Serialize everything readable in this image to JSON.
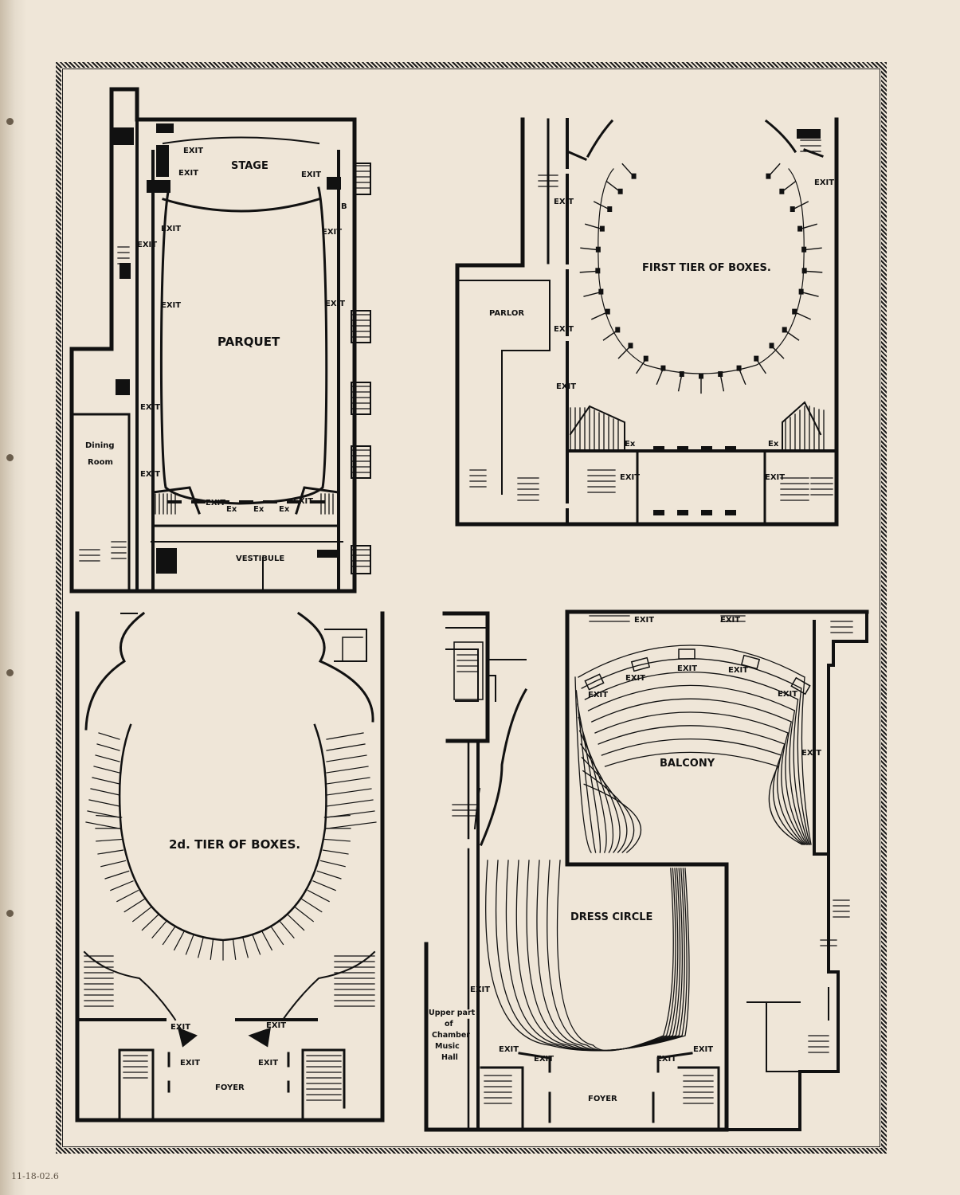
{
  "plans": {
    "parquet": {
      "stage": "STAGE",
      "main": "PARQUET",
      "vestibule": "VESTIBULE",
      "dining": [
        "Dining",
        "Room"
      ],
      "exit": "EXIT",
      "ex": "Ex",
      "side_b": "B"
    },
    "first_tier": {
      "title": "FIRST TIER OF BOXES.",
      "parlor": "PARLOR",
      "exit": "EXIT",
      "ex": "Ex"
    },
    "second_tier": {
      "title": "2d. TIER OF BOXES.",
      "foyer": "FOYER",
      "exit": "EXIT"
    },
    "balcony": {
      "balcony": "BALCONY",
      "dress_circle": "DRESS CIRCLE",
      "foyer": "FOYER",
      "exit": "EXIT",
      "chamber": [
        "Upper part",
        "of",
        "Chamber",
        "Music",
        "Hall"
      ]
    }
  },
  "catalog_number": "11-18-02.6"
}
